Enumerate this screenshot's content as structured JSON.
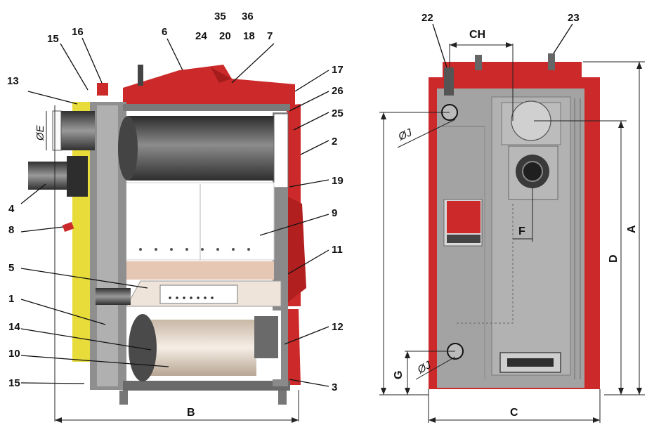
{
  "left_view": {
    "labels": {
      "l1": "1",
      "l2": "2",
      "l3": "3",
      "l4": "4",
      "l5": "5",
      "l6": "6",
      "l7": "7",
      "l8": "8",
      "l9": "9",
      "l10": "10",
      "l11": "11",
      "l12": "12",
      "l13": "13",
      "l14": "14",
      "l15a": "15",
      "l15b": "15",
      "l16": "16",
      "l17": "17",
      "l18": "18",
      "l19": "19",
      "l20": "20",
      "l24": "24",
      "l25": "25",
      "l26": "26",
      "l35": "35",
      "l36": "36"
    },
    "dim_b": "B",
    "dim_e": "ØE"
  },
  "right_view": {
    "labels": {
      "l22": "22",
      "l23": "23"
    },
    "dim_ch": "CH",
    "dim_f": "F",
    "dim_a": "A",
    "dim_d": "D",
    "dim_c": "C",
    "dim_g": "G",
    "dim_j1": "ØJ",
    "dim_j2": "ØJ"
  },
  "colors": {
    "red": "#cc2a2a",
    "gray": "#9a9a9a",
    "yellow": "#e8dc3a",
    "dark": "#3a3a3a"
  }
}
